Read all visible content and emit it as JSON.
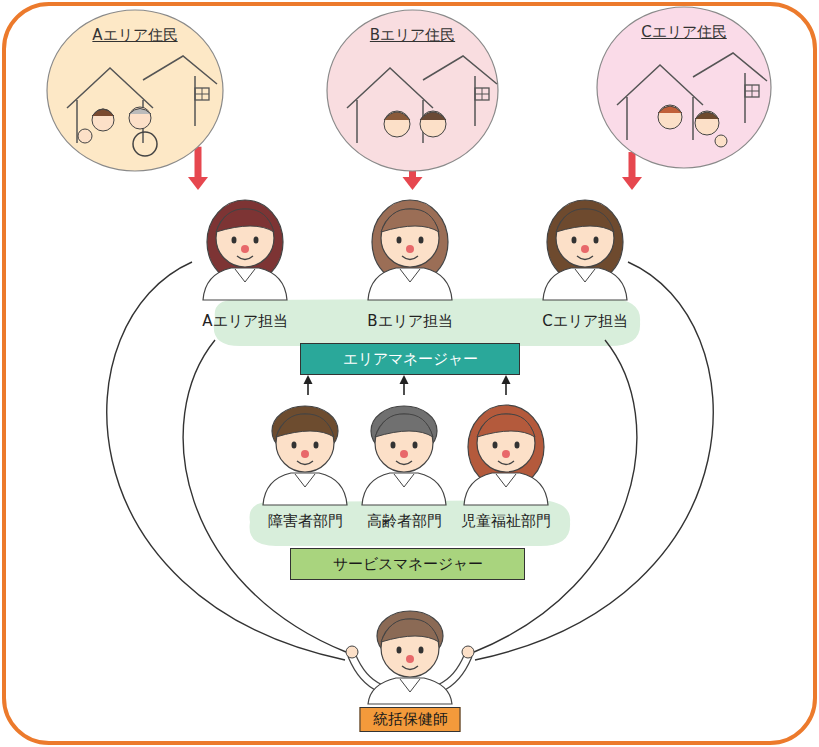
{
  "diagram": {
    "nodes": [
      {
        "text": [
          "Aエリア住民"
        ]
      },
      {
        "text": [
          "Bエリア住民"
        ]
      },
      {
        "text": [
          "Cエリア住民"
        ]
      },
      {
        "text": [
          "Aエリア担当"
        ]
      },
      {
        "text": [
          "Bエリア担当"
        ]
      },
      {
        "text": [
          "Cエリア担当"
        ]
      },
      {
        "text": [
          "エリアマネージャー"
        ]
      },
      {
        "text": [
          "障害者部門"
        ]
      },
      {
        "text": [
          "高齢者部門"
        ]
      },
      {
        "text": [
          "児童福祉部門"
        ]
      },
      {
        "text": [
          "サービスマネージャー"
        ]
      },
      {
        "text": [
          "統括保健師"
        ]
      }
    ],
    "edges": [
      {
        "from": 0,
        "to": 3,
        "arrow": "to"
      },
      {
        "from": 1,
        "to": 4,
        "arrow": "to"
      },
      {
        "from": 2,
        "to": 5,
        "arrow": "to"
      },
      {
        "from": 7,
        "to": 6,
        "arrow": "to"
      },
      {
        "from": 8,
        "to": 6,
        "arrow": "to"
      },
      {
        "from": 9,
        "to": 6,
        "arrow": "to"
      }
    ]
  }
}
